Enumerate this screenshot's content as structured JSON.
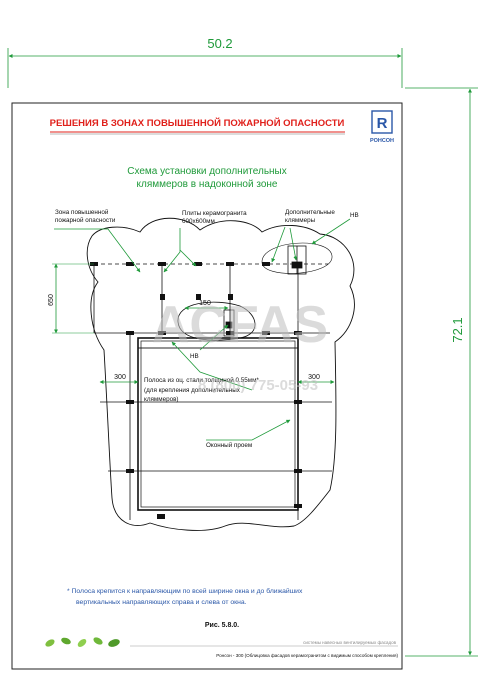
{
  "dimensions": {
    "width_label": "50.2",
    "height_label": "72.1"
  },
  "header": {
    "title": "РЕШЕНИЯ В ЗОНАХ ПОВЫШЕННОЙ ПОЖАРНОЙ ОПАСНОСТИ",
    "logo_letter": "R",
    "logo_text": "РОНСОН"
  },
  "diagram": {
    "title_line1": "Схема установки дополнительных",
    "title_line2": "кляммеров в надоконной зоне",
    "labels": {
      "zone_line1": "Зона повышенной",
      "zone_line2": "пожарной опасности",
      "tiles_line1": "Плиты керамогранита",
      "tiles_line2": "600х600мм",
      "extra_line1": "Дополнительные",
      "extra_line2": "кляммеры",
      "nv_top": "НВ",
      "nv_mid": "НВ",
      "strip_line1": "Полоса из оц. стали толщиной 0.55мм*",
      "strip_line2": "(для крепления дополнительных",
      "strip_line3": "кляммеров)",
      "opening": "Оконный проем"
    },
    "dims": {
      "height_650": "650",
      "width_150": "150",
      "left_300": "300",
      "right_300": "300"
    }
  },
  "watermark": {
    "brand": "ACFAS",
    "phone": "8 (800) 775-05-93"
  },
  "note": {
    "line1": "*  Полоса крепится к направляющим по всей ширине окна и до ближайших",
    "line2": "вертикальных направляющих справа и слева от окна."
  },
  "figure": {
    "caption": "Рис. 5.8.0."
  },
  "footer": {
    "tagline": "системы навесных вентилируемых фасадов",
    "text": "Ронсон - 300 (Облицовка фасадов керамогранитом с видимым способом крепления)"
  },
  "colors": {
    "red": "#e0201b",
    "green": "#1f9a3a",
    "blue": "#2a57a8",
    "line": "#111111",
    "watermark": "#bdbdbd"
  }
}
